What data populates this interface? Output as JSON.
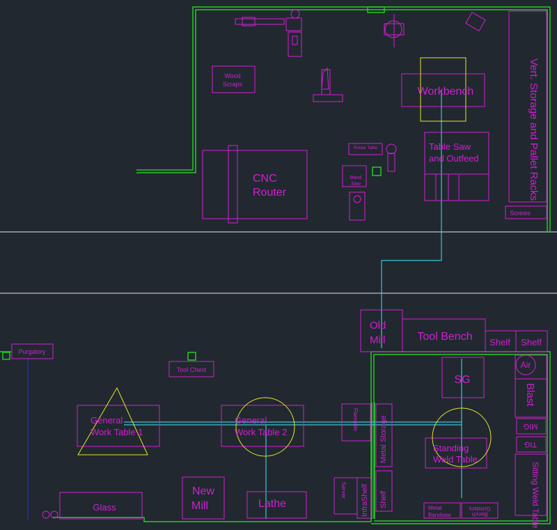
{
  "colors": {
    "background": "#212830",
    "equipment": "#d21fd2",
    "walls": "#22cc22",
    "aisle": "#e8e8e8",
    "air_line": "#37c8d8",
    "ground_line": "#2233cc",
    "clearance": "#e6e62a"
  },
  "labels": {
    "wood_scraps_1": "Wood",
    "wood_scraps_2": "Scraps",
    "workbench": "Workbench",
    "vert_storage": "Vert. Storage and Pallet Racks",
    "router_table": "Router Table",
    "table_saw_1": "Table Saw",
    "table_saw_2": "and Outfeed",
    "cnc_1": "CNC",
    "cnc_2": "Router",
    "band_saw_1": "Band",
    "band_saw_2": "Saw",
    "screws": "Screws",
    "old_mill_1": "Old",
    "old_mill_2": "Mill",
    "tool_bench": "Tool Bench",
    "shelf_a": "Shelf",
    "shelf_b": "Shelf",
    "air": "Air",
    "purgatory": "Purgatory",
    "tool_chest": "Tool Chest",
    "sg": "SG",
    "blast": "Blast",
    "mig": "MIG",
    "tig": "TIG",
    "gwt1_1": "General",
    "gwt1_2": "Work Table 1",
    "gwt2_1": "General",
    "gwt2_2": "Work Table 2",
    "flammable": "Flamable",
    "metal_storage": "Metal Storage",
    "standing_weld_1": "Standing",
    "standing_weld_2": "Weld Table",
    "sitting_weld": "Sitting Weld Table",
    "server": "Server",
    "infra_shelf": "InfraShelf",
    "shelf_c": "Shelf",
    "glass": "Glass",
    "new_mill_1": "New",
    "new_mill_2": "Mill",
    "lathe": "Lathe",
    "metal_bandsaw_1": "Metal",
    "metal_bandsaw_2": "Bandsaw",
    "bench_grinders_1": "Bench",
    "bench_grinders_2": "Grinders"
  }
}
